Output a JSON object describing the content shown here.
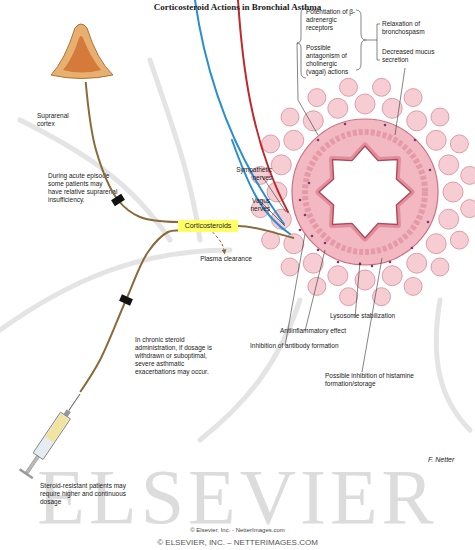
{
  "diagram": {
    "title": "Corticosteroid Actions in Bronchial Asthma",
    "nodes": [
      {
        "text": [
          "Suprarenal cortex"
        ]
      },
      {
        "text": [
          "Corticosteroids"
        ]
      },
      {
        "text": [
          "Plasma clearance"
        ]
      },
      {
        "text": [
          "Steroid-resistant patients may require higher and continuous dosage"
        ]
      }
    ],
    "edges": [
      {
        "from": 0,
        "to": 1,
        "arrow": "none"
      },
      {
        "from": 3,
        "to": 1,
        "arrow": "none"
      },
      {
        "from": 1,
        "to": 2,
        "arrow": "to"
      }
    ],
    "labels": [
      "Sympathetic nerves",
      "Vagus nerves",
      "Potentiation of β-adrenergic receptors",
      "Possible antagonism of cholinergic (vagal) actions",
      "Relaxation of bronchospasm",
      "Decreased mucus secretion",
      "During acute episode some patients may have relative suprarenal insufficiency.",
      "In chronic steroid administration, if dosage is withdrawn or suboptimal, severe asthmatic exacerbations may occur.",
      "Lysosome stabilization",
      "Antiinflammatory effect",
      "Inhibition of antibody formation",
      "Possible inhibition of histamine formation/storage",
      "F. Netter",
      "ELSEVIER",
      "© Elsevier, Inc. - NetterImages.com",
      "© ELSEVIER, INC. – NETTERIMAGES.COM"
    ]
  }
}
